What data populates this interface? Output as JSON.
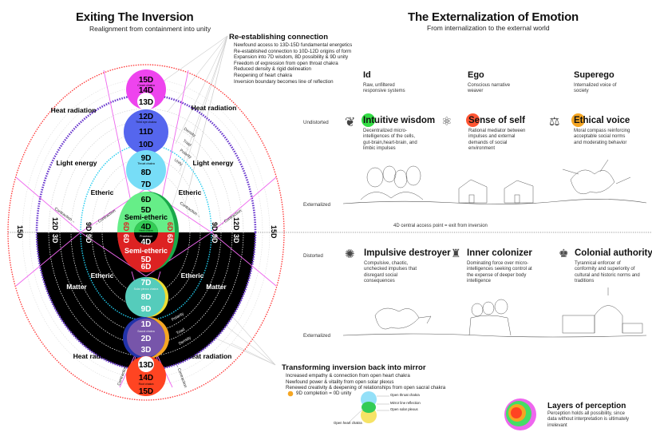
{
  "left": {
    "title": "Exiting The Inversion",
    "subtitle": "Realignment from containment into unity",
    "reestablishing": {
      "title": "Re-establishing connection",
      "items": [
        "Newfound access to 13D-15D fundamental energetics",
        "Re-established connection to 10D-12D origins of form",
        "Expansion into 7D wisdom, 8D possibility & 9D unity",
        "Freedom of expression from open throat chakra",
        "Reduced density & rigid delineation",
        "Reopening of heart chakra",
        "Inversion boundary becomes line of reflection"
      ]
    },
    "transforming": {
      "title": "Transforming inversion back into mirror",
      "items": [
        "Increased empathy & connection from open heart chakra",
        "Newfound power & vitality from open solar plexus",
        "Renewed creativity & deepening of relationships from open sacral chakra"
      ],
      "completion_note": "9D completion = 0D unity",
      "legend": {
        "throat": "Open throat chakra",
        "mirror": "Mirror line reflection",
        "solar": "Open solar plexus",
        "heart": "Open heart chakra"
      }
    },
    "diagram": {
      "zones": {
        "heat": "Heat radiation",
        "light": "Light energy",
        "etheric": "Etheric",
        "semi_etheric": "Semi-etheric",
        "matter": "Matter",
        "contraction_left": "Contraction→",
        "contraction_right": "←Contraction",
        "processor": "Processor"
      },
      "axis_labels": {
        "d15": "15D",
        "d12": "12D",
        "d3": "3D",
        "d9": "9D",
        "d6": "6D"
      },
      "scale_words": [
        "Density",
        "Triad",
        "Polarity",
        "Unity"
      ],
      "chakras": {
        "crown": {
          "name": "Crown chakra",
          "dims": [
            "15D",
            "14D",
            "13D"
          ],
          "color": "#ee44ee"
        },
        "third_eye": {
          "name": "Third eye chakra",
          "dims": [
            "12D",
            "11D",
            "10D"
          ],
          "color": "#5566ee"
        },
        "throat": {
          "name": "Throat chakra",
          "dims": [
            "9D",
            "8D",
            "7D"
          ],
          "color": "#77ddf7"
        },
        "heart": {
          "name": "Heart chakra",
          "dims": [
            "6D",
            "5D",
            "4D"
          ],
          "color": "#44dd66"
        },
        "heart_lower": {
          "dims": [
            "4D",
            "5D",
            "6D"
          ],
          "color": "#dd2222"
        },
        "solar": {
          "name": "Solar plexus chakra",
          "dims": [
            "7D",
            "8D",
            "9D"
          ],
          "color": "#55ccbb"
        },
        "sacral": {
          "name": "Sacral chakra",
          "dims": [
            "1D",
            "2D",
            "3D"
          ],
          "color": "#7755aa"
        },
        "root": {
          "name": "Root chakra",
          "dims": [
            "13D",
            "14D",
            "15D"
          ],
          "color": "#ff4422"
        }
      }
    }
  },
  "right": {
    "title": "The Externalization of Emotion",
    "subtitle": "From internalization to the external world",
    "columns": [
      {
        "head": "Id",
        "desc": "Raw, unfiltered responsive systems"
      },
      {
        "head": "Ego",
        "desc": "Conscious narrative weaver"
      },
      {
        "head": "Superego",
        "desc": "Internalized voice of society"
      }
    ],
    "rows": {
      "undistorted": "Undistorted",
      "externalized": "Externalized",
      "distorted": "Distorted"
    },
    "divider_note": "4D central access point = exit from inversion",
    "undistorted_cards": [
      {
        "title": "Intuitive wisdom",
        "icon": "brain-icon",
        "color": "#33dd44",
        "desc": "Decentralized micro-intelligences of the cells, gut-brain,heart-brain, and limbic impulses"
      },
      {
        "title": "Sense of self",
        "icon": "atom-icon",
        "color": "#ff5533",
        "desc": "Rational mediator between impulses and external demands of social environment"
      },
      {
        "title": "Ethical voice",
        "icon": "scales-icon",
        "color": "#f5a623",
        "desc": "Moral compass reinforcing acceptable social norms and moderating behavior"
      }
    ],
    "distorted_cards": [
      {
        "title": "Impulsive destroyer",
        "icon": "tangle-icon",
        "desc": "Compulsive, chaotic, unchecked impulses that disregard social consequences"
      },
      {
        "title": "Inner colonizer",
        "icon": "figures-icon",
        "desc": "Dominating force over micro-intelligences seeking control at the expense of deeper body intelligence"
      },
      {
        "title": "Colonial authority",
        "icon": "authority-figure-icon",
        "desc": "Tyrannical enforcer of conformity and superiority of cultural and historic norms and traditions"
      }
    ],
    "layers": {
      "title": "Layers of perception",
      "desc": "Perception holds all possibility, since data without interpretation is ultimately irrelevant",
      "colors": [
        "#ee66ee",
        "#44dd66",
        "#f5a623",
        "#ff4422"
      ]
    }
  }
}
